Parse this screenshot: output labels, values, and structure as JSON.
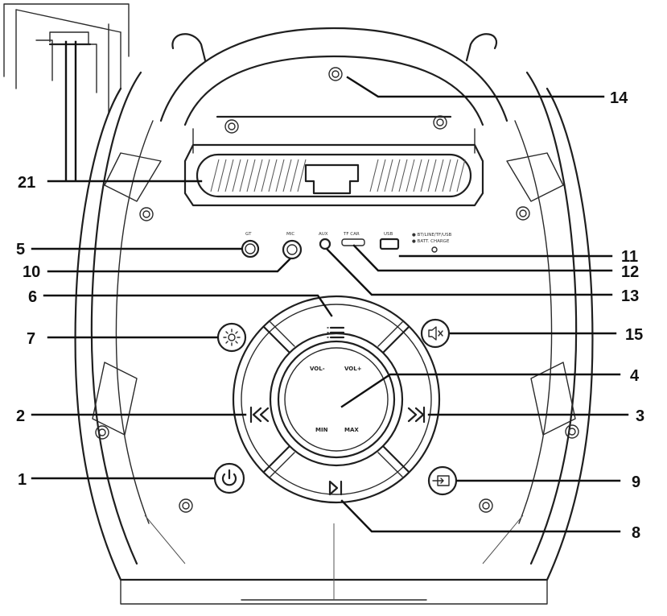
{
  "callouts": [
    {
      "id": "1",
      "label": "1"
    },
    {
      "id": "2",
      "label": "2"
    },
    {
      "id": "3",
      "label": "3"
    },
    {
      "id": "4",
      "label": "4"
    },
    {
      "id": "5",
      "label": "5"
    },
    {
      "id": "6",
      "label": "6"
    },
    {
      "id": "7",
      "label": "7"
    },
    {
      "id": "8",
      "label": "8"
    },
    {
      "id": "9",
      "label": "9"
    },
    {
      "id": "10",
      "label": "10"
    },
    {
      "id": "11",
      "label": "11"
    },
    {
      "id": "12",
      "label": "12"
    },
    {
      "id": "13",
      "label": "13"
    },
    {
      "id": "14",
      "label": "14"
    },
    {
      "id": "15",
      "label": "15"
    },
    {
      "id": "21",
      "label": "21"
    }
  ],
  "panel_labels": {
    "vol_minus": "VOL-",
    "vol_plus": "VOL+",
    "min": "MIN",
    "max": "MAX",
    "port_left": "GT",
    "port_mic": "MIC",
    "port_aux": "AUX",
    "port_tf": "TF CAR",
    "port_usb": "USB",
    "led_line1": "● BT/LINE/TF/USB",
    "led_line2": "● BATT. CHARGE"
  },
  "colors": {
    "line": "#1f1f1f",
    "background": "#ffffff"
  }
}
